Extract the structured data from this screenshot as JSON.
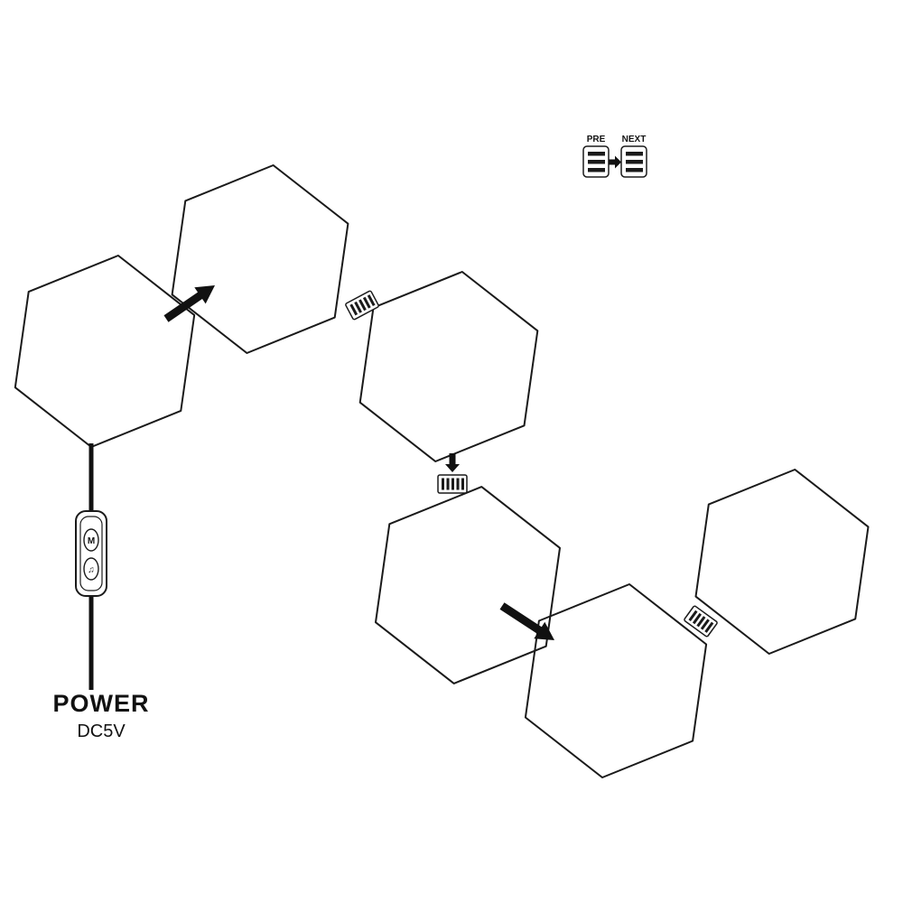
{
  "colors": {
    "line": "#1a1a1a",
    "background": "#ffffff"
  },
  "power": {
    "label": "POWER",
    "voltage": "DC5V"
  },
  "legend": {
    "pre_label": "PRE",
    "next_label": "NEXT"
  },
  "controller": {
    "mode_button_glyph": "M",
    "music_button_glyph": "♫"
  },
  "diagram": {
    "type": "hexagon-panel-assembly",
    "hexagon_panel_count": 6,
    "connector_count": 3,
    "assembly_arrow_count": 2
  }
}
